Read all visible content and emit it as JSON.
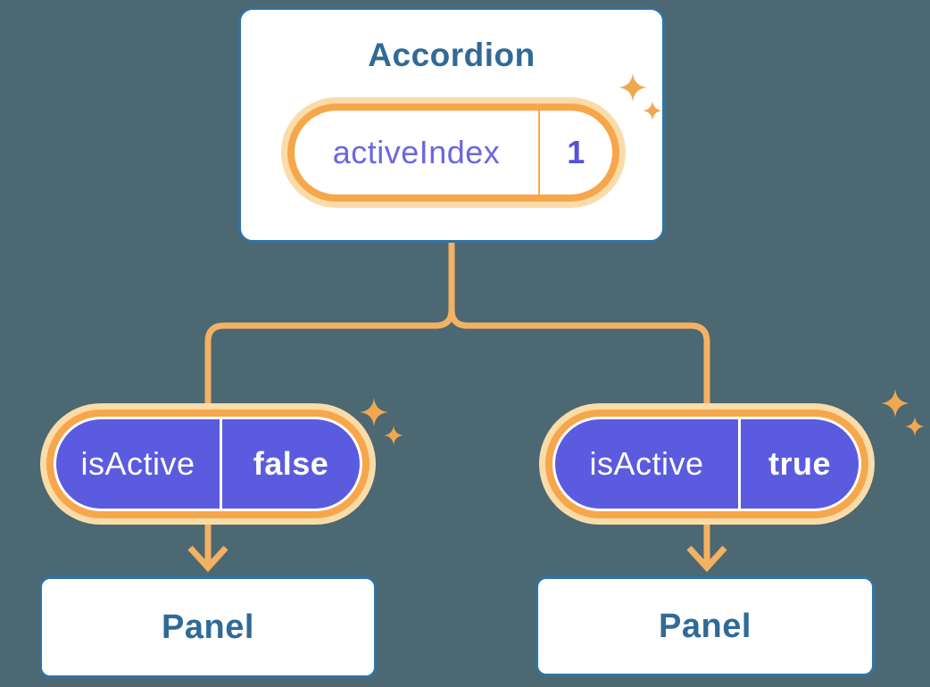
{
  "diagram": {
    "root": {
      "title": "Accordion",
      "state": {
        "label": "activeIndex",
        "value": "1"
      }
    },
    "children": [
      {
        "state": {
          "label": "isActive",
          "value": "false"
        },
        "panel": "Panel"
      },
      {
        "state": {
          "label": "isActive",
          "value": "true"
        },
        "panel": "Panel"
      }
    ]
  },
  "icons": {
    "sparkle": "sparkle-icon",
    "arrow": "arrow-down-icon"
  },
  "colors": {
    "background": "#4C6872",
    "card_border": "#3273A2",
    "card_text": "#306A96",
    "pill_orange": "#F6A74B",
    "pill_glow": "#FBDCA9",
    "purple_fill": "#5B5BDF",
    "purple_text": "#6A67DF",
    "value_text": "#5551D9",
    "connector": "#F3B163",
    "sparkle": "#F0A84F",
    "white": "#FFFFFF"
  }
}
